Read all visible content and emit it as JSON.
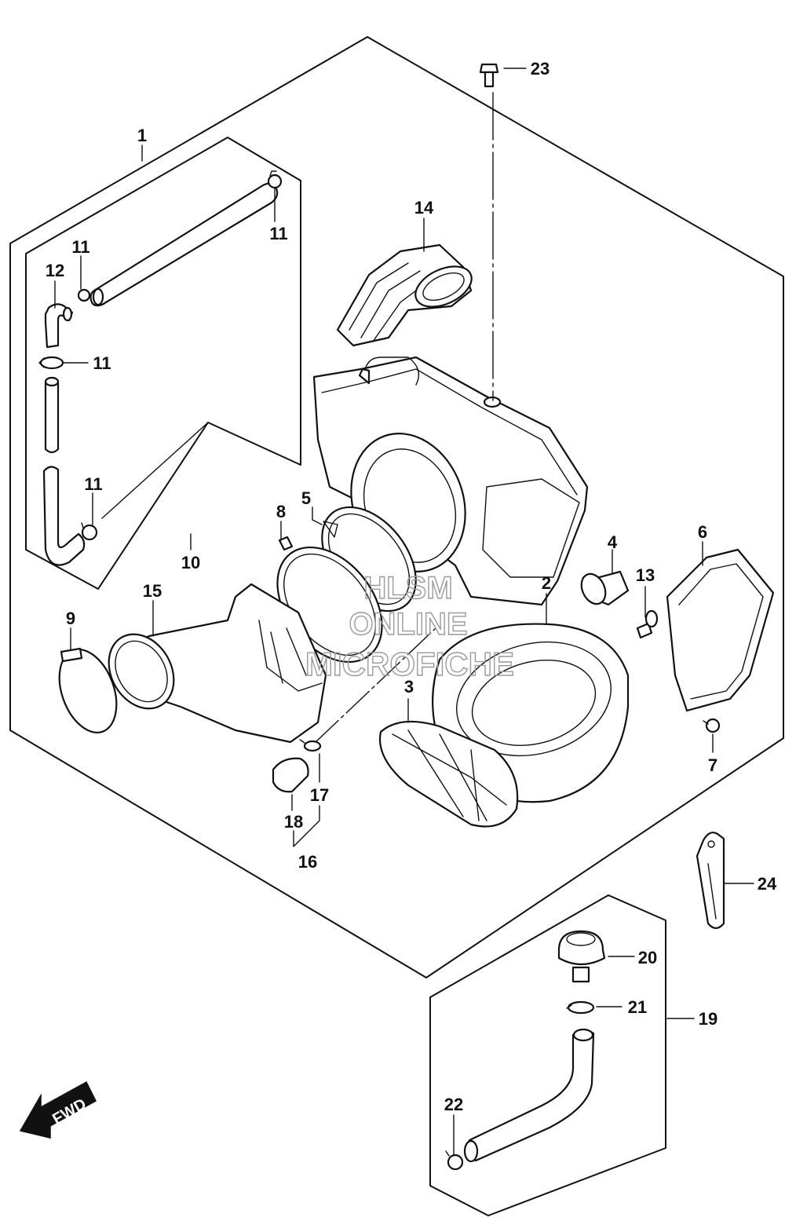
{
  "callouts": [
    {
      "id": "1",
      "text": "1"
    },
    {
      "id": "2",
      "text": "2"
    },
    {
      "id": "3",
      "text": "3"
    },
    {
      "id": "4",
      "text": "4"
    },
    {
      "id": "5",
      "text": "5"
    },
    {
      "id": "6",
      "text": "6"
    },
    {
      "id": "7",
      "text": "7"
    },
    {
      "id": "8",
      "text": "8"
    },
    {
      "id": "9",
      "text": "9"
    },
    {
      "id": "10",
      "text": "10"
    },
    {
      "id": "11a",
      "text": "11"
    },
    {
      "id": "11b",
      "text": "11"
    },
    {
      "id": "11c",
      "text": "11"
    },
    {
      "id": "11d",
      "text": "11"
    },
    {
      "id": "12",
      "text": "12"
    },
    {
      "id": "13",
      "text": "13"
    },
    {
      "id": "14",
      "text": "14"
    },
    {
      "id": "15",
      "text": "15"
    },
    {
      "id": "16",
      "text": "16"
    },
    {
      "id": "17",
      "text": "17"
    },
    {
      "id": "18",
      "text": "18"
    },
    {
      "id": "19",
      "text": "19"
    },
    {
      "id": "20",
      "text": "20"
    },
    {
      "id": "21",
      "text": "21"
    },
    {
      "id": "22",
      "text": "22"
    },
    {
      "id": "23",
      "text": "23"
    },
    {
      "id": "24",
      "text": "24"
    }
  ],
  "watermark": {
    "line1": "HLSM",
    "line2": "ONLINE",
    "line3": "MICROFICHE"
  },
  "fwd_arrow": {
    "label": "FWD",
    "icon": "fwd-arrow-icon"
  },
  "colors": {
    "ink": "#111111",
    "background": "#ffffff",
    "watermark": "#9a9a9a"
  }
}
